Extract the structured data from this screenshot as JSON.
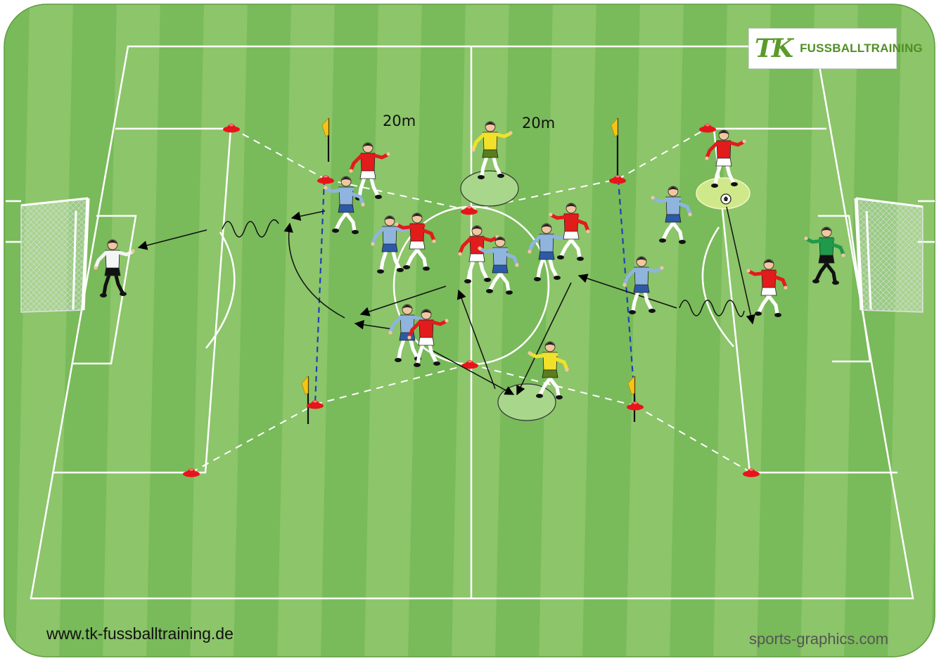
{
  "brand": {
    "logo_mark": "TK",
    "logo_name": "FUSSBALLTRAINING",
    "website": "www.tk-fussballtraining.de",
    "credit": "sports-graphics.com"
  },
  "labels": {
    "distance_left": "20m",
    "distance_right": "20m"
  },
  "colors": {
    "grass_light": "#8cc56a",
    "grass_dark": "#6ab04c",
    "red_team": "#e21b1b",
    "blue_team": "#8fb4de",
    "blue_shorts": "#2c5aa6",
    "neutral_yellow": "#f1e12a",
    "cone": "#e8141b",
    "flag": "#f4c516",
    "gate_line": "#1f3fb8",
    "keeper_green": "#1f9a4a"
  },
  "icons": {
    "cones": "cone-icon",
    "flags": "corner-flag-icon",
    "ball": "football-icon",
    "goals": "goal-icon"
  }
}
